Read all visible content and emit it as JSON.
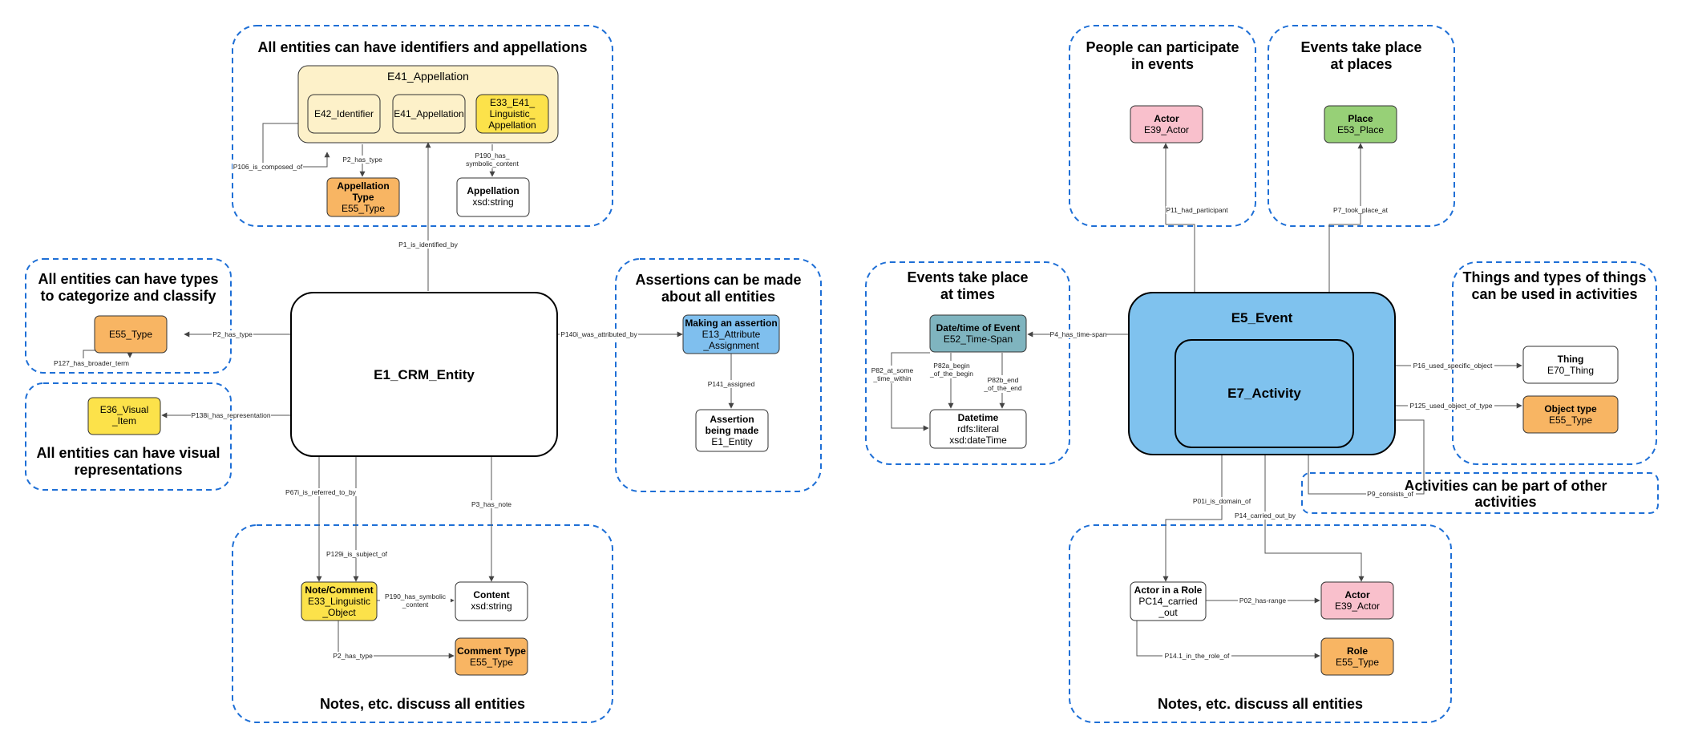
{
  "groups": {
    "identifiers": "All entities can have identifiers and appellations",
    "types": [
      "All entities can have types",
      "to categorize and classify"
    ],
    "visual": [
      "All entities can have visual",
      "representations"
    ],
    "assertions": [
      "Assertions can be made",
      "about all entities"
    ],
    "notes_left": "Notes, etc. discuss all entities",
    "people": [
      "People can participate",
      "in events"
    ],
    "places": [
      "Events take place",
      "at places"
    ],
    "times": [
      "Events take place",
      "at times"
    ],
    "things": [
      "Things and types of things",
      "can be used in activities"
    ],
    "activities": [
      "Activities can be part of other",
      "activities"
    ],
    "notes_right": "Notes, etc. discuss all entities"
  },
  "nodes": {
    "e41_appellation_container": [
      "E41_Appellation"
    ],
    "e42_identifier": [
      "E42_Identifier"
    ],
    "e41_appellation_inner": [
      "E41_Appellation"
    ],
    "e33_e41": [
      "E33_E41_",
      "Linguistic_",
      "Appellation"
    ],
    "appellation_type": [
      "Appellation",
      "Type",
      "E55_Type"
    ],
    "appellation_string": [
      "Appellation",
      "xsd:string"
    ],
    "e55_type_left": [
      "E55_Type"
    ],
    "e36_visual": [
      "E36_Visual",
      "_Item"
    ],
    "e1_crm": [
      "E1_CRM_Entity"
    ],
    "making_assertion": [
      "Making an assertion",
      "E13_Attribute",
      "_Assignment"
    ],
    "assertion_made": [
      "Assertion",
      "being made",
      "E1_Entity"
    ],
    "note_comment": [
      "Note/Comment",
      "E33_Linguistic",
      "_Object"
    ],
    "content": [
      "Content",
      "xsd:string"
    ],
    "comment_type": [
      "Comment Type",
      "E55_Type"
    ],
    "actor_top": [
      "Actor",
      "E39_Actor"
    ],
    "place": [
      "Place",
      "E53_Place"
    ],
    "time_span": [
      "Date/time of Event",
      "E52_Time-Span"
    ],
    "datetime": [
      "Datetime",
      "rdfs:literal",
      "xsd:dateTime"
    ],
    "e5_event": [
      "E5_Event"
    ],
    "e7_activity": [
      "E7_Activity"
    ],
    "thing": [
      "Thing",
      "E70_Thing"
    ],
    "object_type": [
      "Object type",
      "E55_Type"
    ],
    "actor_in_role": [
      "Actor in a Role",
      "PC14_carried",
      "_out"
    ],
    "actor_bottom": [
      "Actor",
      "E39_Actor"
    ],
    "role": [
      "Role",
      "E55_Type"
    ]
  },
  "edges": {
    "p106": [
      "P106_is_composed_of"
    ],
    "p2_appellation": [
      "P2_has_type"
    ],
    "p190_appellation": [
      "P190_has_",
      "symbolic_content"
    ],
    "p1": [
      "P1_is_identified_by"
    ],
    "p2_left": [
      "P2_has_type"
    ],
    "p127": [
      "P127_has_broader_term"
    ],
    "p138": [
      "P138i_has_representation"
    ],
    "p140": [
      "P140i_was_attributed_by"
    ],
    "p141": [
      "P141_assigned"
    ],
    "p67": [
      "P67i_is_referred_to_by"
    ],
    "p129": [
      "P129i_is_subject_of"
    ],
    "p3": [
      "P3_has_note"
    ],
    "p190_note": [
      "P190_has_symbolic",
      "_content"
    ],
    "p2_note": [
      "P2_has_type"
    ],
    "p11": [
      "P11_had_participant"
    ],
    "p7": [
      "P7_took_place_at"
    ],
    "p4": [
      "P4_has_time-span"
    ],
    "p82": [
      "P82_at_some",
      "_time_within"
    ],
    "p82a": [
      "P82a_begin",
      "_of_the_begin"
    ],
    "p82b": [
      "P82b_end",
      "_of_the_end"
    ],
    "p16": [
      "P16_used_specific_object"
    ],
    "p125": [
      "P125_used_object_of_type"
    ],
    "p9": [
      "P9_consists_of"
    ],
    "p01i": [
      "P01i_is_domain_of"
    ],
    "p14": [
      "P14_carried_out_by"
    ],
    "p02": [
      "P02_has-range"
    ],
    "p14_1": [
      "P14.1_in_the_role_of"
    ]
  },
  "colors": {
    "group_border": "#1e6fd6",
    "appellation_container": "#fdf1c9",
    "appellation_inner": "#fdf1c9",
    "yellow": "#fce24a",
    "orange": "#f8b563",
    "blue_assertion": "#7fbfee",
    "blue_event": "#7fc2ee",
    "pink": "#f9c0cc",
    "green": "#97d077",
    "teal": "#7fb4bf",
    "white": "#ffffff"
  }
}
